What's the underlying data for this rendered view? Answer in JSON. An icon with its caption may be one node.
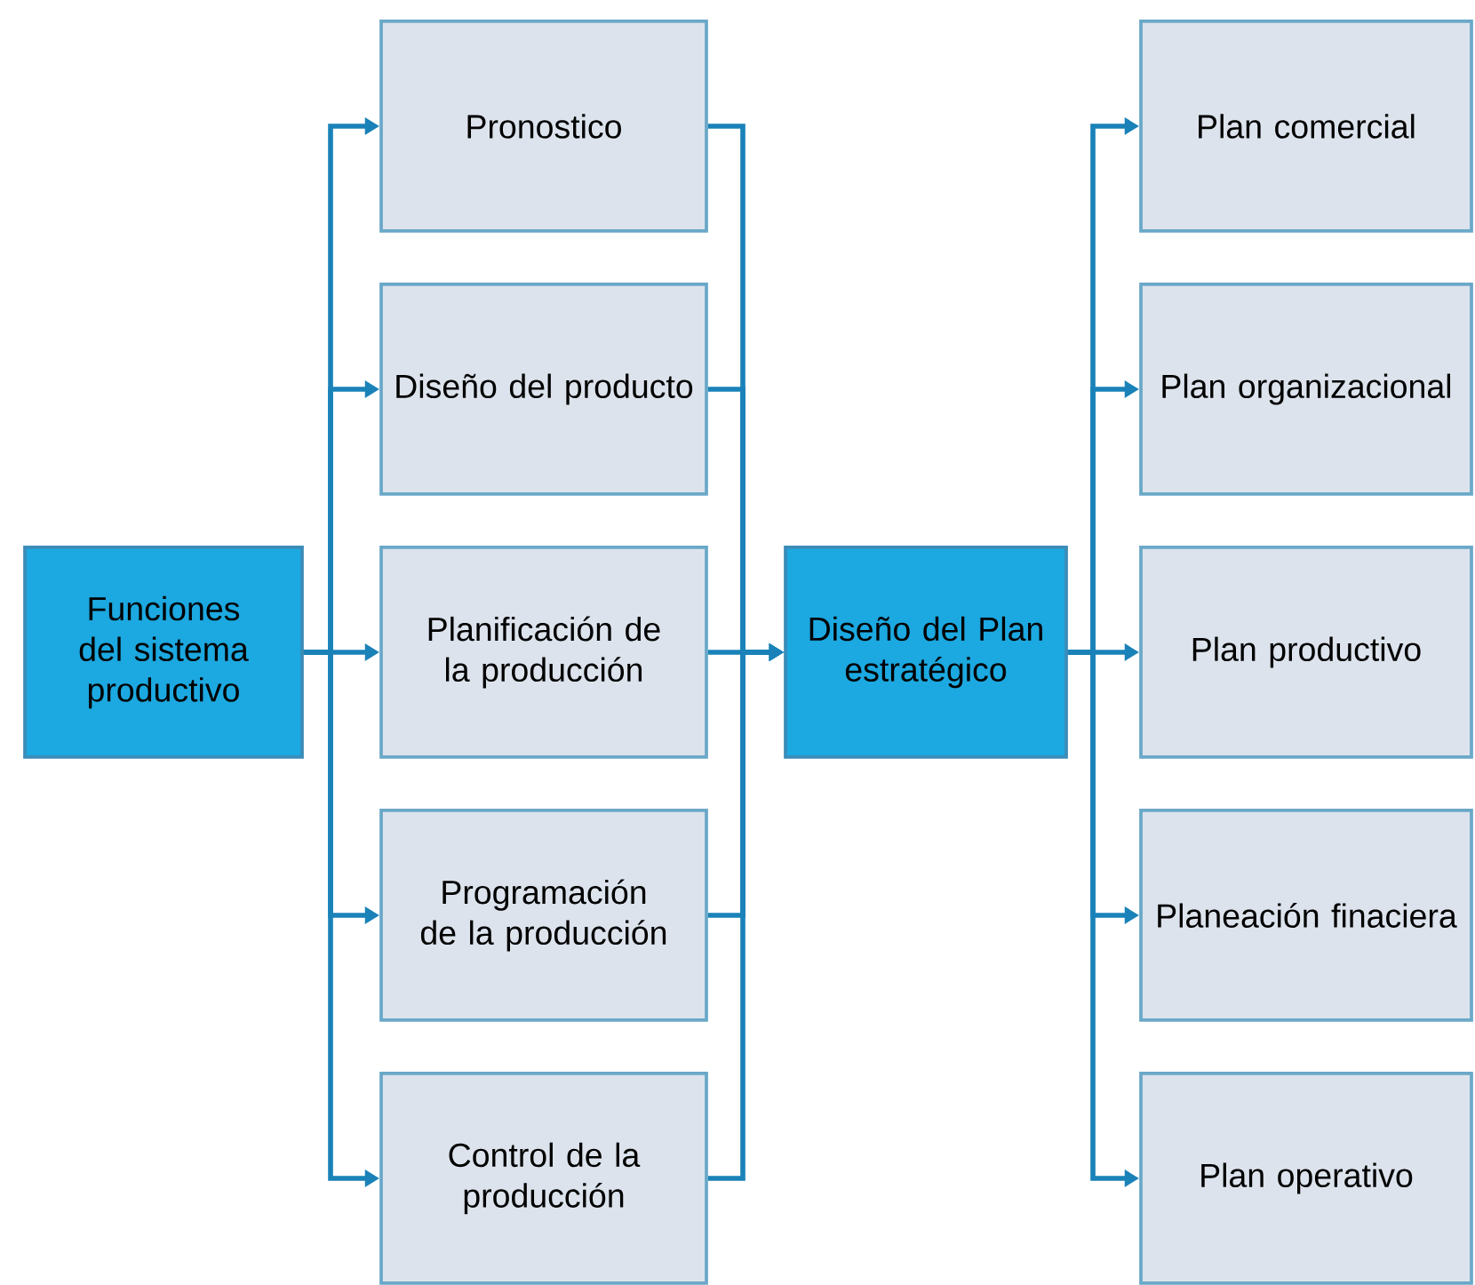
{
  "diagram": {
    "nodes": [
      {
        "text": [
          "Funciones del sistema productivo"
        ]
      },
      {
        "text": [
          "Pronostico"
        ]
      },
      {
        "text": [
          "Diseño del producto"
        ]
      },
      {
        "text": [
          "Planificación de la producción"
        ]
      },
      {
        "text": [
          "Programación de la producción"
        ]
      },
      {
        "text": [
          "Control de la producción"
        ]
      },
      {
        "text": [
          "Diseño del Plan estratégico"
        ]
      },
      {
        "text": [
          "Plan comercial"
        ]
      },
      {
        "text": [
          "Plan organizacional"
        ]
      },
      {
        "text": [
          "Plan productivo"
        ]
      },
      {
        "text": [
          "Planeación finaciera"
        ]
      },
      {
        "text": [
          "Plan operativo"
        ]
      }
    ],
    "edges": [
      {
        "from": 0,
        "to": 1,
        "arrow": "to"
      },
      {
        "from": 0,
        "to": 2,
        "arrow": "to"
      },
      {
        "from": 0,
        "to": 3,
        "arrow": "to"
      },
      {
        "from": 0,
        "to": 4,
        "arrow": "to"
      },
      {
        "from": 0,
        "to": 5,
        "arrow": "to"
      },
      {
        "from": 1,
        "to": 6,
        "arrow": "to"
      },
      {
        "from": 2,
        "to": 6,
        "arrow": "to"
      },
      {
        "from": 3,
        "to": 6,
        "arrow": "to"
      },
      {
        "from": 4,
        "to": 6,
        "arrow": "to"
      },
      {
        "from": 5,
        "to": 6,
        "arrow": "to"
      },
      {
        "from": 6,
        "to": 7,
        "arrow": "to"
      },
      {
        "from": 6,
        "to": 8,
        "arrow": "to"
      },
      {
        "from": 6,
        "to": 9,
        "arrow": "to"
      },
      {
        "from": 6,
        "to": 10,
        "arrow": "to"
      },
      {
        "from": 6,
        "to": 11,
        "arrow": "to"
      }
    ]
  }
}
